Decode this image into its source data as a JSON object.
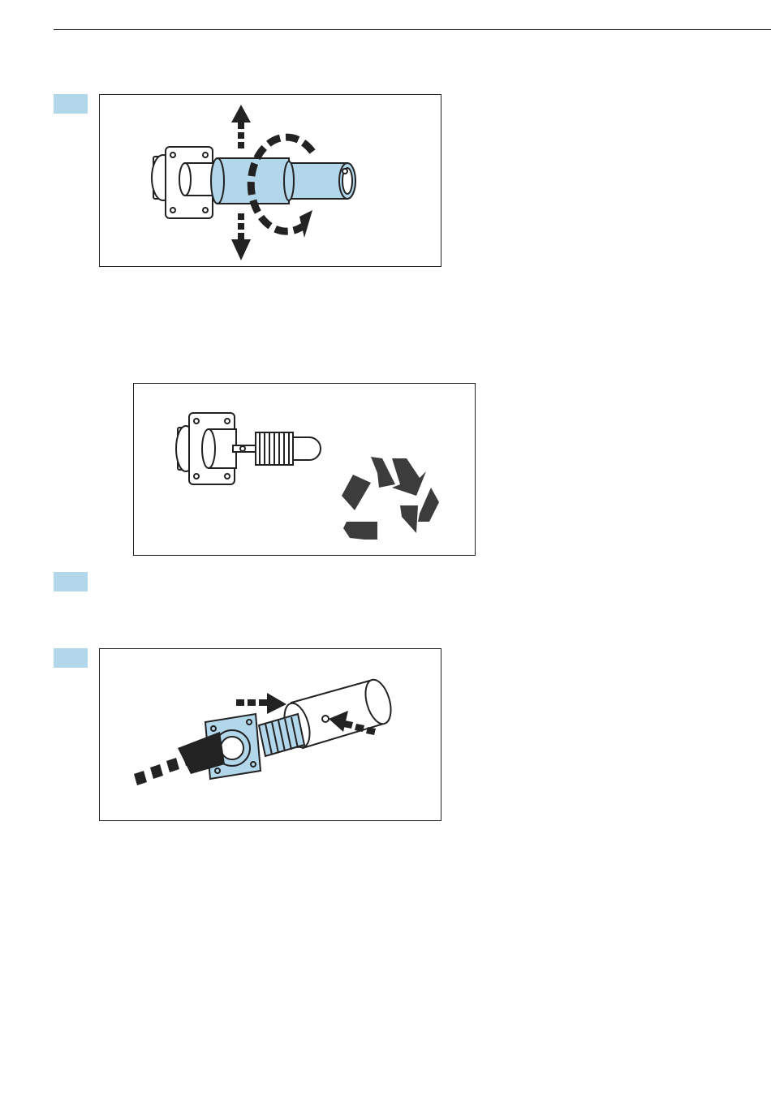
{
  "page": {
    "markers": [
      "step-marker",
      "step-marker",
      "step-marker"
    ],
    "figures": [
      {
        "name": "figure-remove-connector-cover",
        "icons": [
          "flange-socket-icon",
          "cover-sleeve-icon",
          "pull-direction-arrows-icon",
          "rotate-arrow-icon"
        ]
      },
      {
        "name": "figure-dispose-sensor-element",
        "icons": [
          "flange-socket-icon",
          "sensor-element-icon",
          "recycle-icon"
        ]
      },
      {
        "name": "figure-insert-sensor-element",
        "icons": [
          "flange-socket-icon",
          "sensor-element-icon",
          "cover-sleeve-icon",
          "insert-arrows-icon"
        ]
      }
    ]
  },
  "colors": {
    "accent_blue": "#b2d6ea",
    "line": "#222222",
    "recycle_gray": "#3c3c3c"
  }
}
